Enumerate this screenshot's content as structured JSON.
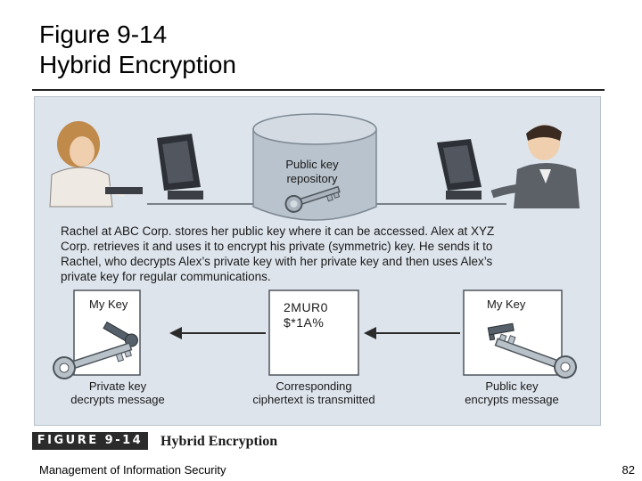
{
  "slide": {
    "title_line1": "Figure 9-14",
    "title_line2": "Hybrid Encryption",
    "footer_left": "Management of Information Security",
    "page_number": "82"
  },
  "figure": {
    "repository_label_line1": "Public key",
    "repository_label_line2": "repository",
    "caption_line1": "Rachel at ABC Corp. stores her public key where it can be accessed. Alex at XYZ",
    "caption_line2": "Corp. retrieves it and uses it to encrypt his private (symmetric) key. He sends it to",
    "caption_line3": "Rachel, who decrypts Alex’s private key with her private key and then uses Alex’s",
    "caption_line4": "private key for regular communications.",
    "left_box_title": "My Key",
    "left_box_caption_line1": "Private key",
    "left_box_caption_line2": "decrypts message",
    "center_cipher_line1": "2MUR0",
    "center_cipher_line2": "$*1A%",
    "center_caption_line1": "Corresponding",
    "center_caption_line2": "ciphertext is transmitted",
    "right_box_title": "My Key",
    "right_box_caption_line1": "Public key",
    "right_box_caption_line2": "encrypts message",
    "banner_label": "FIGURE 9-14",
    "banner_caption": "Hybrid Encryption"
  },
  "colors": {
    "panel_background": "#dde4ec",
    "cylinder": "#b9c3cd",
    "key": "#9aa3ad"
  },
  "icons": [
    "woman-user-icon",
    "man-user-icon",
    "computer-icon",
    "database-icon",
    "key-icon",
    "arrow-left-icon"
  ]
}
